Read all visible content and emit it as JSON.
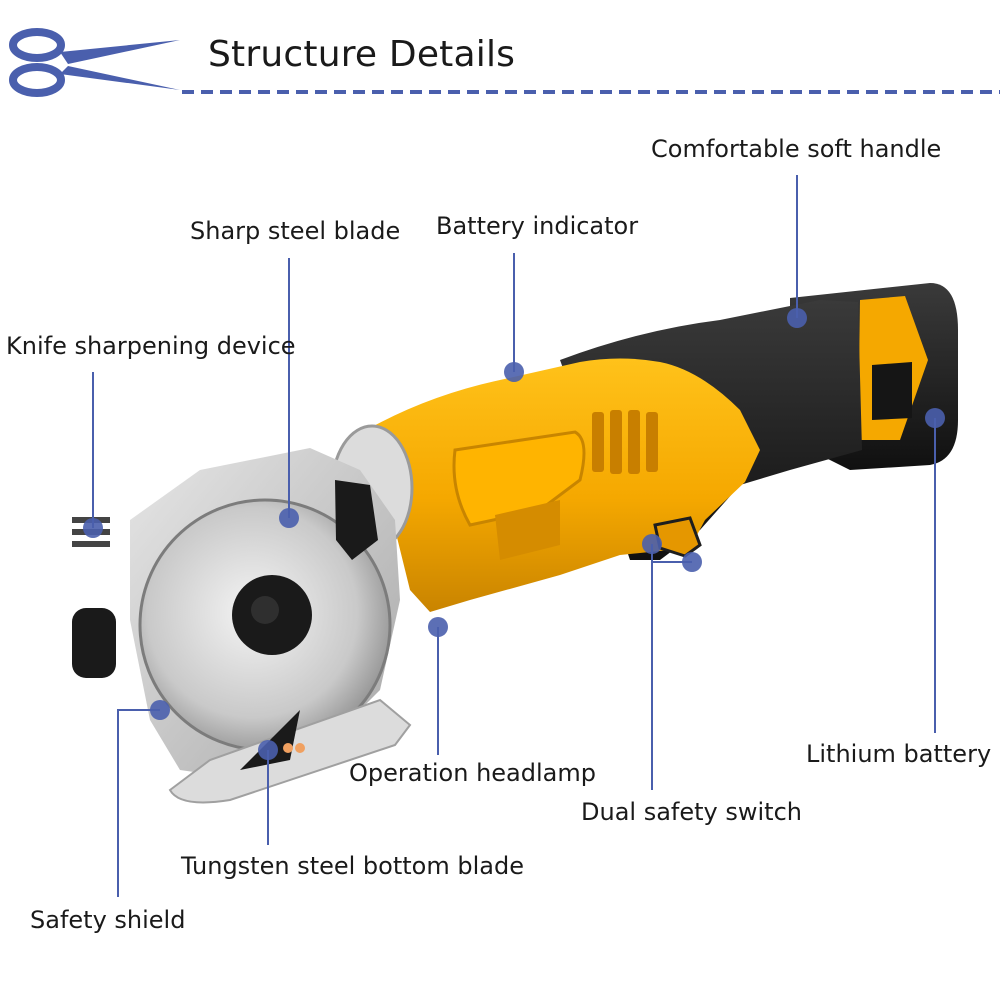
{
  "header": {
    "title": "Structure Details",
    "accent_color": "#4a5fad"
  },
  "callouts": {
    "handle": "Comfortable soft handle",
    "battery_indicator": "Battery indicator",
    "blade": "Sharp steel blade",
    "sharpener": "Knife sharpening device",
    "lithium_battery": "Lithium battery",
    "headlamp": "Operation headlamp",
    "safety_switch": "Dual safety switch",
    "bottom_blade": "Tungsten steel bottom blade",
    "safety_shield": "Safety shield"
  },
  "product": {
    "body_color": "#f5a800",
    "grip_color": "#1e1e1e",
    "metal_color": "#c8c8c8"
  }
}
